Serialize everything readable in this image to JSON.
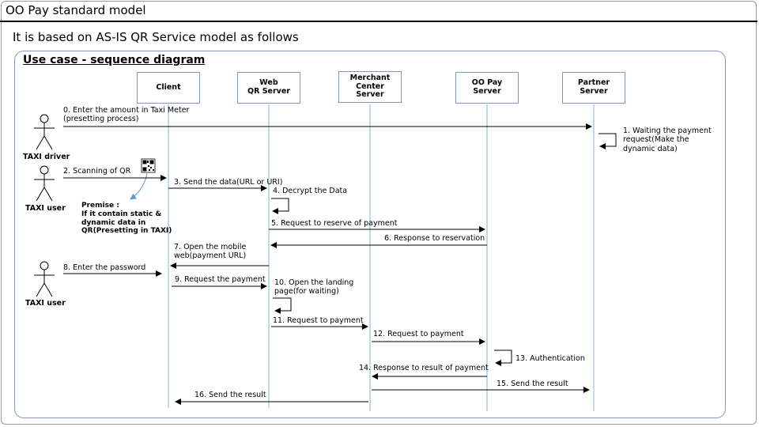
{
  "header": {
    "title": "OO Pay standard model"
  },
  "subtitle": "It is based on AS-IS QR Service model as follows",
  "diagram": {
    "title": "Use case - sequence diagram",
    "lifelines": [
      {
        "id": "client",
        "label": "Client"
      },
      {
        "id": "web",
        "label": "Web\nQR Server"
      },
      {
        "id": "merchant",
        "label": "Merchant\nCenter\nServer"
      },
      {
        "id": "oopay",
        "label": "OO Pay\nServer"
      },
      {
        "id": "partner",
        "label": "Partner\nServer"
      }
    ],
    "actors": [
      {
        "label": "TAXI driver"
      },
      {
        "label": "TAXI user"
      },
      {
        "label": "TAXI user"
      }
    ],
    "messages": [
      {
        "label": "0. Enter the amount in  Taxi Meter\n(presetting process)"
      },
      {
        "label": "1. Waiting the payment\nrequest(Make the\ndynamic data)"
      },
      {
        "label": "2. Scanning of QR"
      },
      {
        "label": "3. Send the data(URL or URI)"
      },
      {
        "label": "4. Decrypt the Data"
      },
      {
        "label": "5. Request to reserve of payment"
      },
      {
        "label": "6. Response to reservation"
      },
      {
        "label": "7. Open the mobile\nweb(payment URL)"
      },
      {
        "label": "8. Enter the password"
      },
      {
        "label": "9. Request the payment"
      },
      {
        "label": "10. Open the landing\npage(for waiting)"
      },
      {
        "label": "11. Request to payment"
      },
      {
        "label": "12. Request to payment"
      },
      {
        "label": "13. Authentication"
      },
      {
        "label": "14. Response to result of payment"
      },
      {
        "label": "15. Send the result"
      },
      {
        "label": "16. Send the result"
      }
    ],
    "premise": "Premise :\nIf it contain static &\ndynamic data in\nQR(Presetting in TAXI)",
    "colors": {
      "lifeline": "#7fb4d6",
      "box_border": "#7f97b8",
      "arrow": "#000000",
      "callout": "#5b9bd5"
    }
  }
}
